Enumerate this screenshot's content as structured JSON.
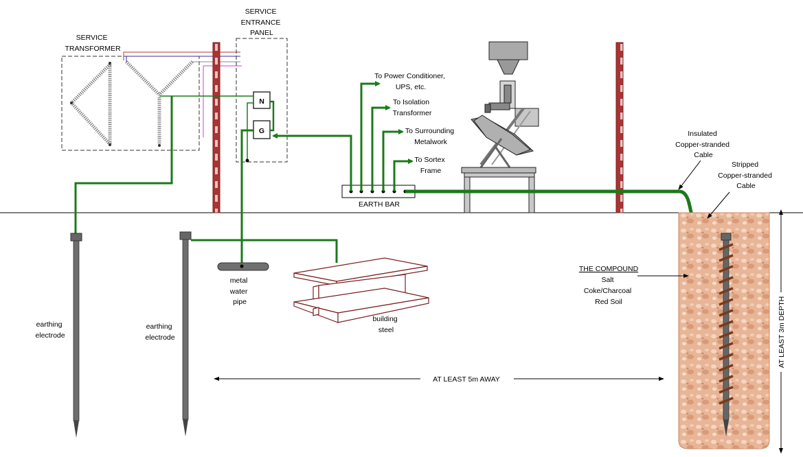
{
  "service_transformer": [
    "SERVICE",
    "TRANSFORMER"
  ],
  "service_entrance_panel": [
    "SERVICE",
    "ENTRANCE",
    "PANEL"
  ],
  "panel_terminals": {
    "neutral": "N",
    "ground": "G"
  },
  "earth_bar": "EARTH BAR",
  "destinations": [
    [
      "To Power Conditioner,",
      "UPS, etc."
    ],
    [
      "To Isolation",
      "Transformer"
    ],
    [
      "To Surrounding",
      "Metalwork"
    ],
    [
      "To Sortex",
      "Frame"
    ]
  ],
  "insulated_cable": [
    "Insulated",
    "Copper-stranded",
    "Cable"
  ],
  "stripped_cable": [
    "Stripped",
    "Copper-stranded",
    "Cable"
  ],
  "compound": {
    "title": "THE COMPOUND",
    "items": [
      "Salt",
      "Coke/Charcoal",
      "Red Soil"
    ]
  },
  "earthing_electrode_1": [
    "earthing",
    "electrode"
  ],
  "earthing_electrode_2": [
    "earthing",
    "electrode"
  ],
  "metal_water_pipe": [
    "metal",
    "water",
    "pipe"
  ],
  "building_steel": [
    "building",
    "steel"
  ],
  "distance_label": "AT LEAST 5m AWAY",
  "depth_label": "AT LEAST 3m DEPTH",
  "colors": {
    "ground_wire": "#1b7a1b",
    "compound_fill": "#e6b394",
    "post": "#b03a3a"
  }
}
